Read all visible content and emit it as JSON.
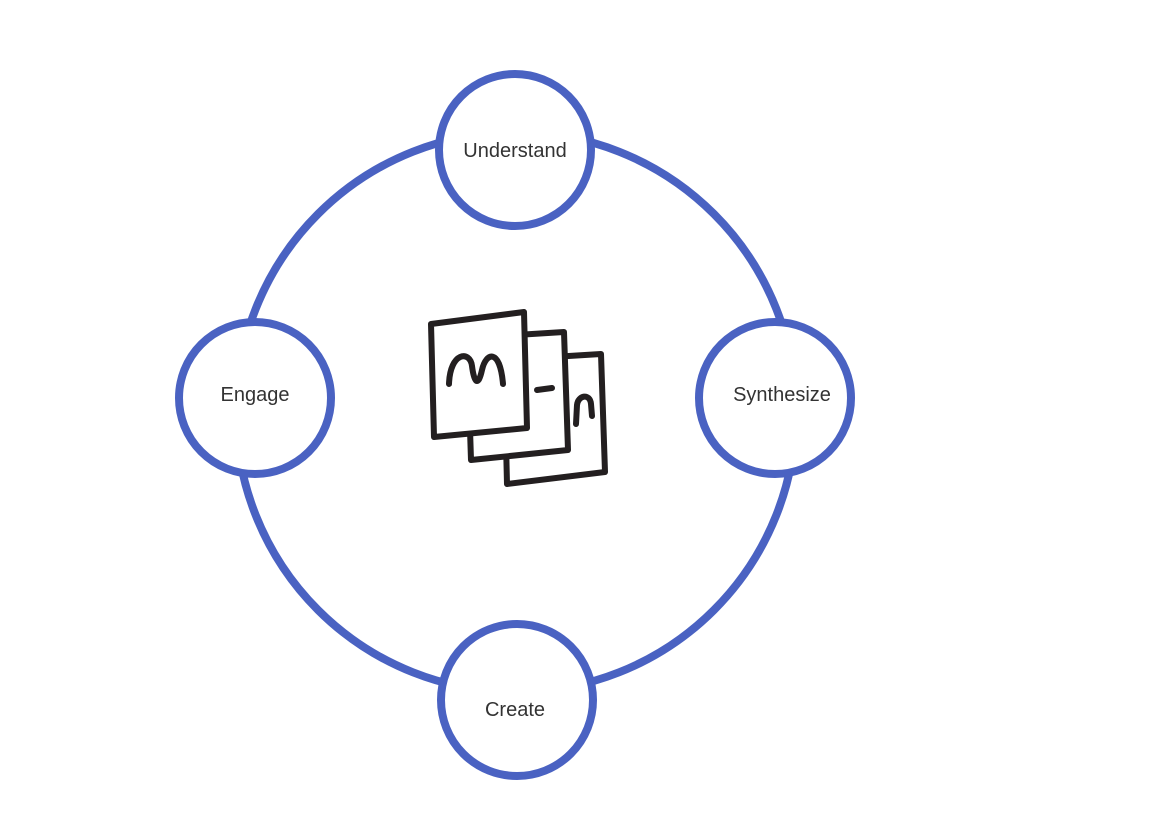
{
  "diagram": {
    "colors": {
      "ring": "#4a62c2",
      "node_fill": "#ffffff",
      "label": "#333333",
      "sketch": "#231f20",
      "background": "#ffffff"
    },
    "nodes": [
      {
        "id": "understand",
        "label": "Understand"
      },
      {
        "id": "synthesize",
        "label": "Synthesize"
      },
      {
        "id": "create",
        "label": "Create"
      },
      {
        "id": "engage",
        "label": "Engage"
      }
    ],
    "center_icon": "stacked-cards-sketch-icon"
  }
}
